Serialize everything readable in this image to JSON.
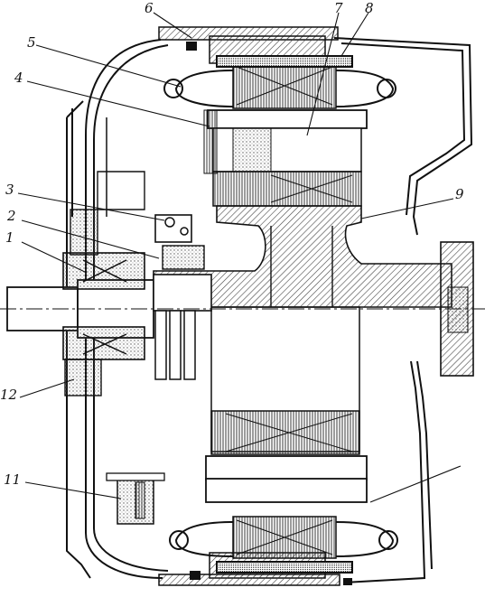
{
  "callouts": [
    {
      "id": "1",
      "label": "1"
    },
    {
      "id": "2",
      "label": "2"
    },
    {
      "id": "3",
      "label": "3"
    },
    {
      "id": "4",
      "label": "4"
    },
    {
      "id": "5",
      "label": "5"
    },
    {
      "id": "6",
      "label": "6"
    },
    {
      "id": "7",
      "label": "7"
    },
    {
      "id": "8",
      "label": "8"
    },
    {
      "id": "9",
      "label": "9"
    },
    {
      "id": "11",
      "label": "11"
    },
    {
      "id": "12",
      "label": "12"
    }
  ],
  "colors": {
    "ink": "#111111",
    "hatch": "#555555",
    "paper": "#ffffff"
  }
}
